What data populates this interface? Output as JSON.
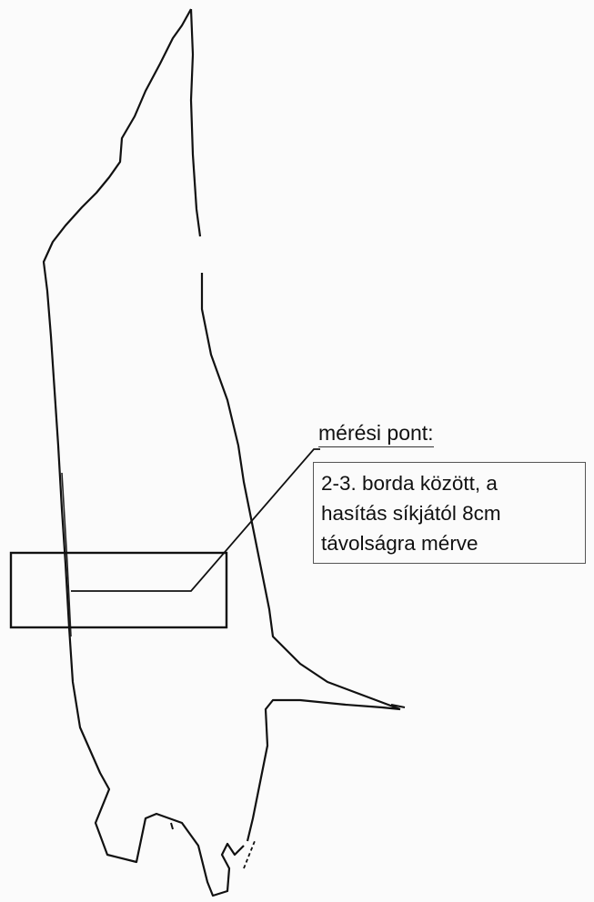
{
  "label": {
    "title": "mérési pont:"
  },
  "note": {
    "lines": [
      "2-3. borda között, a",
      "hasítás síkjától 8cm",
      "távolságra mérve"
    ]
  },
  "colors": {
    "ink": "#111111",
    "paper": "#fbfbfb"
  }
}
